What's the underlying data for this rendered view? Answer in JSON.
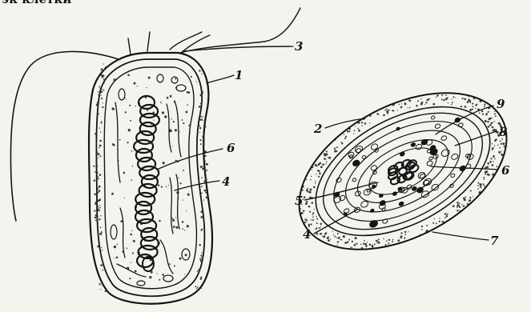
{
  "top_caption": "эк клетки                  ",
  "palette": {
    "ink": "#141414",
    "paper": "#f4f4ef",
    "stipple": "#3a3a3a"
  },
  "left_cell": {
    "callouts": [
      {
        "id": "flagellum",
        "text": "3"
      },
      {
        "id": "cell-wall",
        "text": "1"
      },
      {
        "id": "nucleoid",
        "text": "6"
      },
      {
        "id": "membrane-infolding",
        "text": "4"
      }
    ]
  },
  "right_cell": {
    "callouts": [
      {
        "id": "outer-layer",
        "text": "2"
      },
      {
        "id": "granule",
        "text": "9"
      },
      {
        "id": "inclusion",
        "text": "8"
      },
      {
        "id": "nucleoid",
        "text": "6"
      },
      {
        "id": "inner-membrane",
        "text": "5"
      },
      {
        "id": "membrane-infolding",
        "text": "4"
      },
      {
        "id": "capsule",
        "text": "7"
      }
    ]
  }
}
